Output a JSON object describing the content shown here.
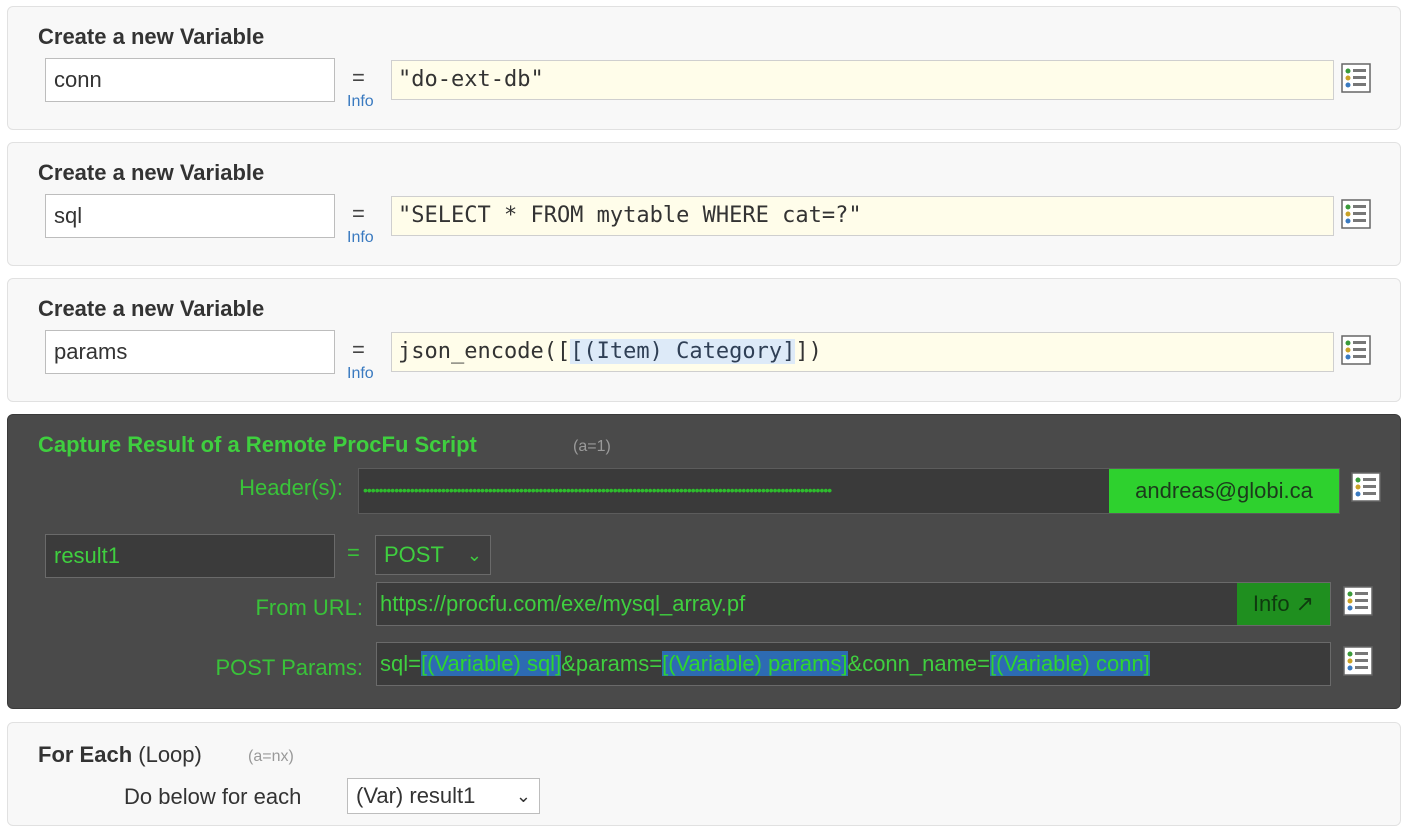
{
  "blocks": [
    {
      "title": "Create a new Variable",
      "name": "conn",
      "eq": "=",
      "info": "Info",
      "expr_parts": [
        "\"do-ext-db\""
      ],
      "chip": ""
    },
    {
      "title": "Create a new Variable",
      "name": "sql",
      "eq": "=",
      "info": "Info",
      "expr_parts": [
        "\"SELECT * FROM mytable WHERE cat=?\""
      ],
      "chip": ""
    },
    {
      "title": "Create a new Variable",
      "name": "params",
      "eq": "=",
      "info": "Info",
      "expr_prefix": "json_encode([",
      "chip": "[(Item) Category]",
      "expr_suffix": "])"
    }
  ],
  "capture": {
    "title": "Capture Result of a Remote ProcFu Script",
    "hint": "(a=1)",
    "header_label": "Header(s):",
    "header_dots": "••••••••••••••••••••••••••••••••••••••••••••••••••••••••••••••••••••••••••••••••••••••••••••••••••••••••••••••••••••••••",
    "header_email": "andreas@globi.ca",
    "result_name": "result1",
    "eq": "=",
    "method": "POST",
    "url_label": "From URL:",
    "url": "https://procfu.com/exe/mysql_array.pf",
    "url_info": "Info ↗",
    "params_label": "POST Params:",
    "params": {
      "p1": "sql=",
      "c1": "[(Variable) sql]",
      "p2": "&params=",
      "c2": "[(Variable) params]",
      "p3": "&conn_name=",
      "c3": "[(Variable) conn]"
    }
  },
  "loop": {
    "title_bold": "For Each",
    "title_rest": " (Loop)",
    "hint": "(a=nx)",
    "label": "Do below for each",
    "selected": "(Var) result1"
  },
  "colors": {
    "accent_green": "#3fcf3f",
    "info_blue": "#3a7ac0",
    "expr_bg": "#fffdea"
  }
}
